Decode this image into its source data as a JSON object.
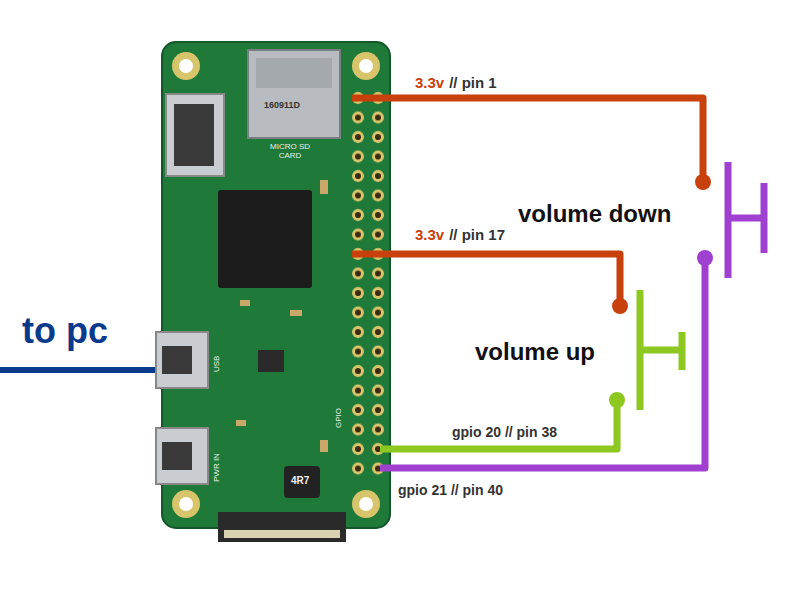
{
  "diagram": {
    "labels": [
      "to pc",
      "3.3v",
      "// pin 1",
      "3.3v",
      "// pin 17",
      "volume down",
      "volume up",
      "gpio 20 // pin 38",
      "gpio 21 // pin 40",
      "160911D",
      "MICRO SD CARD",
      "USB",
      "PWR IN",
      "GPIO",
      "4R7"
    ]
  }
}
